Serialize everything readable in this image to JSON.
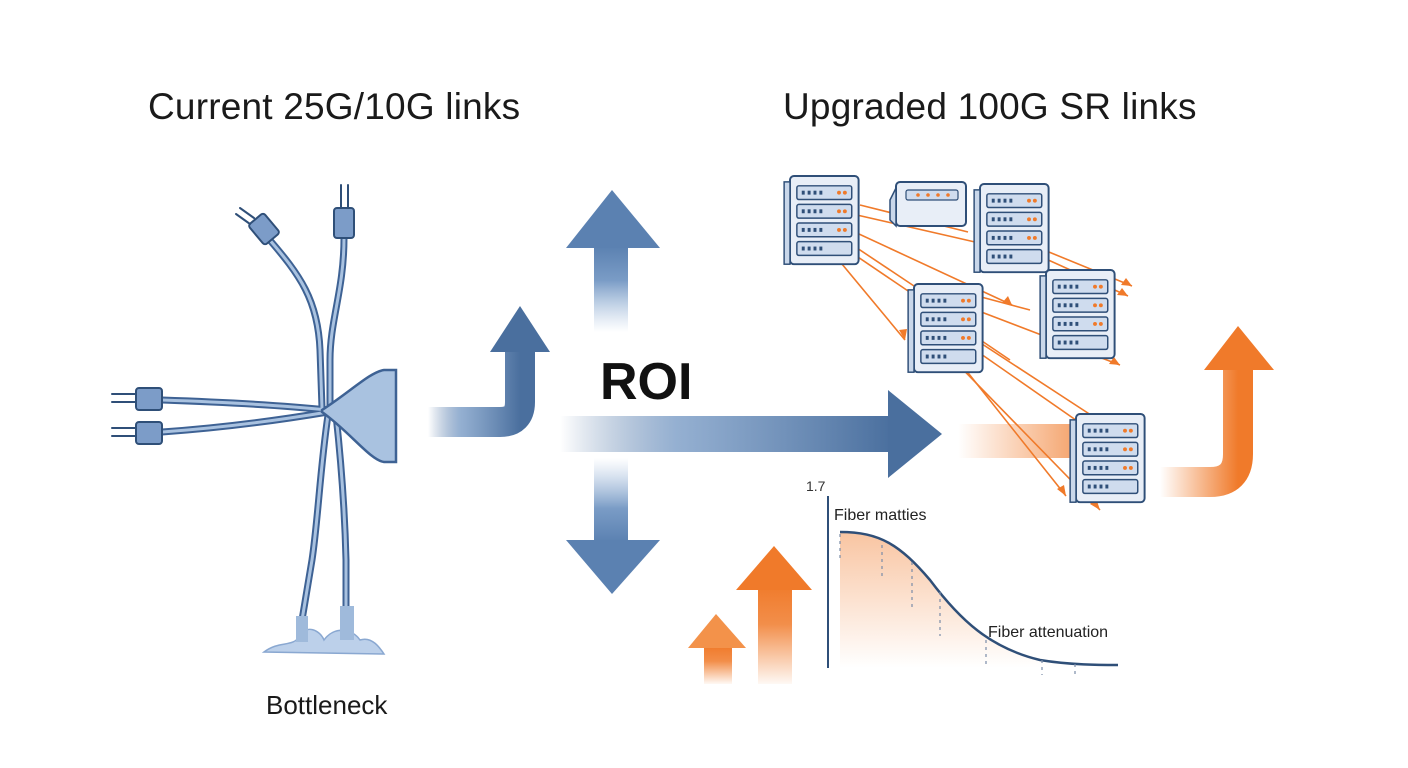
{
  "diagram": {
    "title_left": "Current 25G/10G links",
    "title_right": "Upgraded 100G SR links",
    "label_bottleneck": "Bottleneck",
    "label_roi": "ROI",
    "curve_tick_label": "1.7",
    "curve_label_upper": "Fiber matties",
    "curve_label_lower": "Fiber attenuation"
  },
  "colors": {
    "blue_dark": "#4a6f9e",
    "blue_light": "#9fbadb",
    "orange": "#f07a2a",
    "curve": "#2f4f78"
  }
}
